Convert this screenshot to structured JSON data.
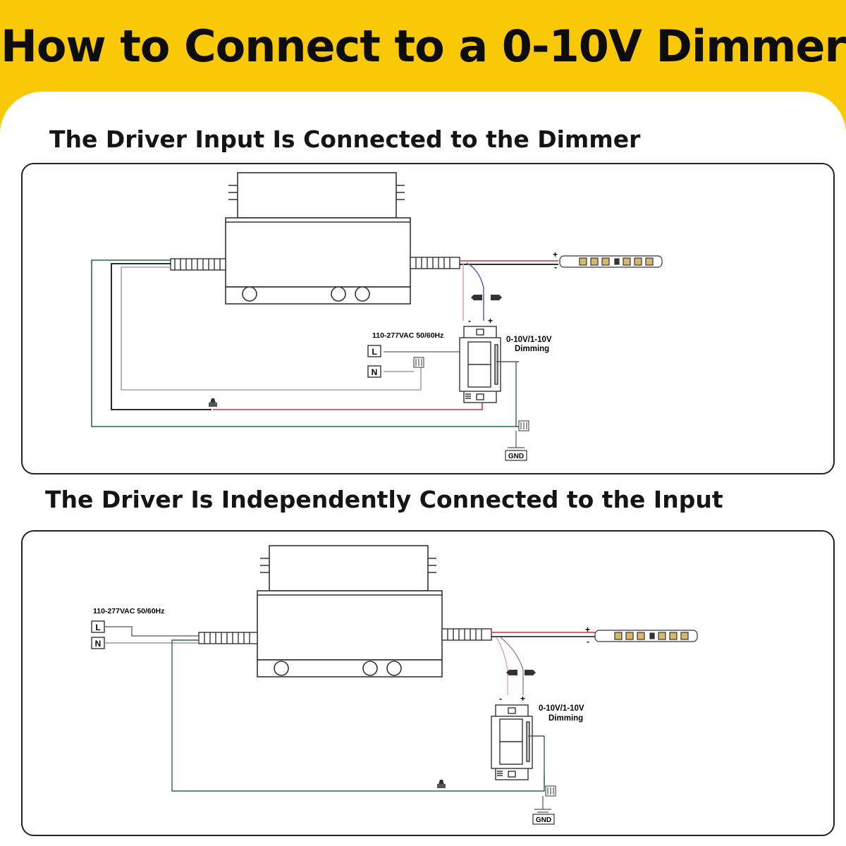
{
  "page": {
    "title": "How to Connect to a 0-10V Dimmer",
    "colors": {
      "banner": "#f9c908",
      "sheet": "#ffffff",
      "wire_green": "#2f6b3f",
      "wire_red": "#c4343a",
      "wire_pink": "#e3a2ad",
      "wire_purple": "#6f63b8",
      "wire_gray": "#a5a5a5",
      "wire_black": "#111111"
    }
  },
  "diagram1": {
    "heading": "The Driver Input Is Connected to the Dimmer",
    "voltage_label": "110-277VAC 50/60Hz",
    "line_label": "L",
    "neutral_label": "N",
    "dimming_label_1": "0-10V/1-10V",
    "dimming_label_2": "Dimming",
    "minus_label": "-",
    "plus_label": "+",
    "strip_plus": "+",
    "strip_minus": "-",
    "gnd_label": "GND"
  },
  "diagram2": {
    "heading": "The Driver Is Independently Connected to the Input",
    "voltage_label": "110-277VAC 50/60Hz",
    "line_label": "L",
    "neutral_label": "N",
    "dimming_label_1": "0-10V/1-10V",
    "dimming_label_2": "Dimming",
    "minus_label": "-",
    "plus_label": "+",
    "strip_plus": "+",
    "strip_minus": "-",
    "gnd_label": "GND"
  }
}
